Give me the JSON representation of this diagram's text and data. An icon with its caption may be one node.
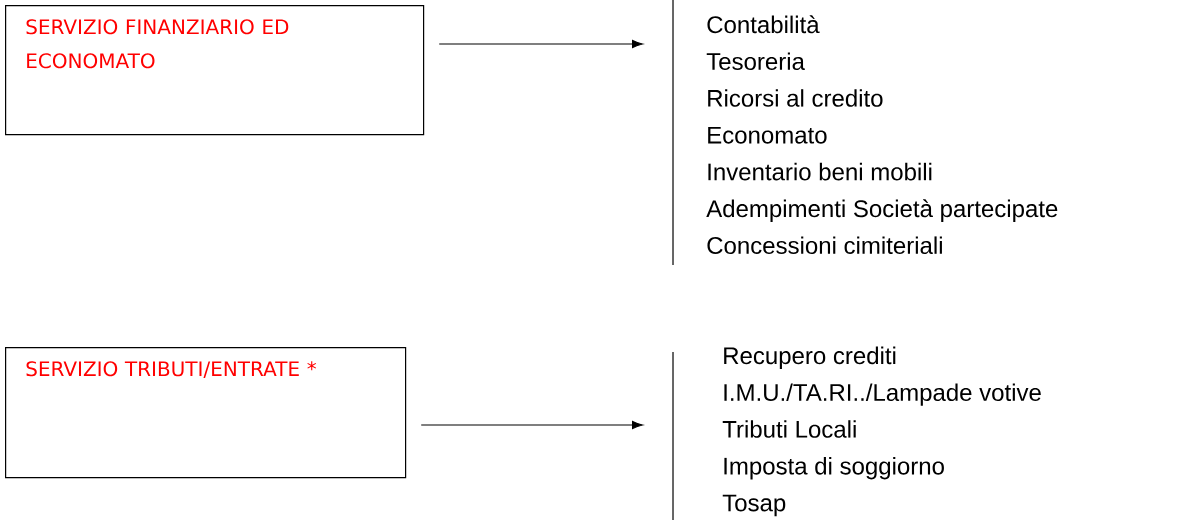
{
  "diagram": {
    "nodes": [
      {
        "text": [
          "SERVIZIO FINANZIARIO ED ECONOMATO"
        ]
      },
      {
        "text": [
          "Contabilità",
          "Tesoreria",
          "Ricorsi al credito",
          "Economato",
          "Inventario beni mobili",
          "Adempimenti Società partecipate",
          "Concessioni cimiteriali"
        ]
      },
      {
        "text": [
          "SERVIZIO TRIBUTI/ENTRATE *"
        ]
      },
      {
        "text": [
          "Recupero crediti",
          "I.M.U./TA.RI../Lampade votive",
          "Tributi Locali",
          "Imposta di soggiorno",
          "Tosap"
        ]
      }
    ],
    "edges": [
      {
        "from": 0,
        "to": 1,
        "arrow": "to"
      },
      {
        "from": 2,
        "to": 3,
        "arrow": "to"
      }
    ]
  }
}
